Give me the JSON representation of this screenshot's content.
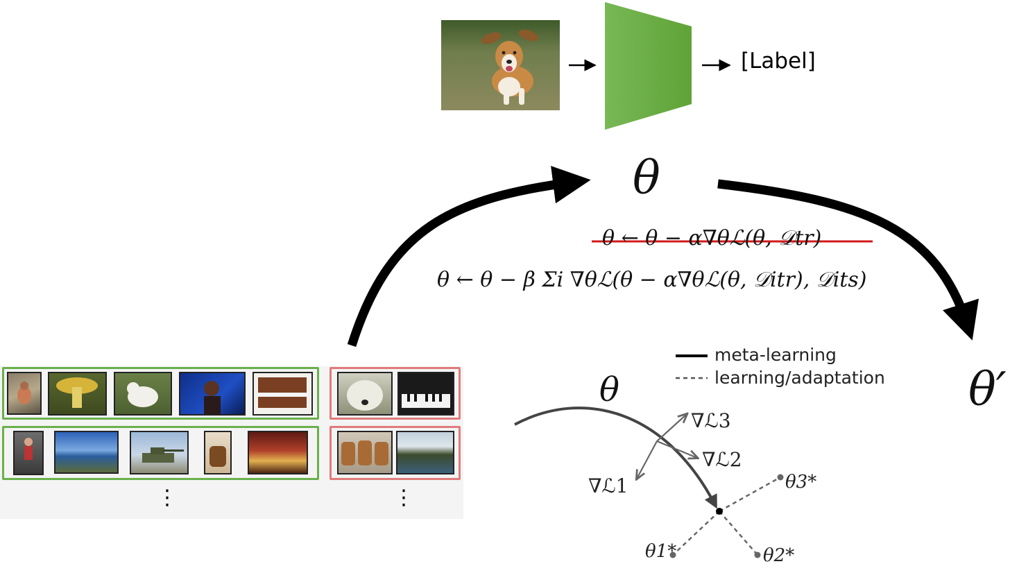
{
  "top_label": "[Label]",
  "theta_main": "θ",
  "theta_prime": "θ′",
  "theta_small": "θ",
  "equation_struck": "θ ← θ − α∇θℒ(θ, 𝒟tr)",
  "equation_main": "θ ← θ − β Σi ∇θℒ(θ − α∇θℒ(θ, 𝒟itr), 𝒟its)",
  "legend": {
    "solid": "meta-learning",
    "dashed": "learning/adaptation"
  },
  "gradients": [
    "∇ℒ1",
    "∇ℒ2",
    "∇ℒ3"
  ],
  "optima": [
    "θ1*",
    "θ2*",
    "θ3*"
  ],
  "ellipsis": "⋮",
  "colors": {
    "network_green": "#6ab04c",
    "train_box": "#6ab04c",
    "test_box": "#e07b7b",
    "strike_red": "#d21a1a"
  }
}
